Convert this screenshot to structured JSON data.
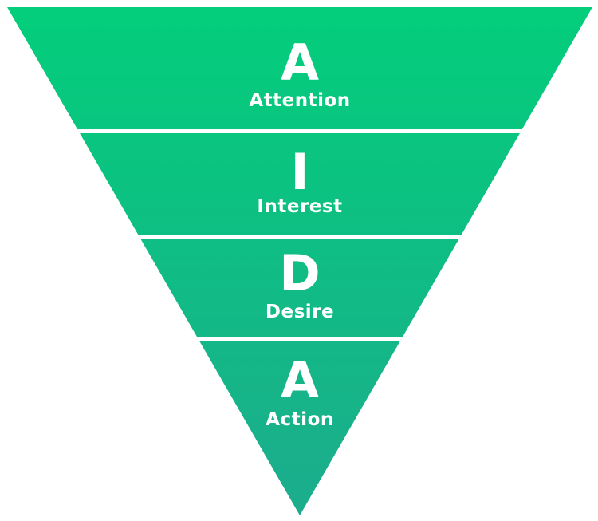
{
  "diagram": {
    "name": "AIDA funnel",
    "colors": {
      "gradient_top": "#03CE7B",
      "gradient_bottom": "#1CAC8D",
      "divider": "#FFFFFF",
      "text": "#FFFFFF",
      "background": "#FFFFFF"
    },
    "stages": [
      {
        "letter": "A",
        "label": "Attention"
      },
      {
        "letter": "I",
        "label": "Interest"
      },
      {
        "letter": "D",
        "label": "Desire"
      },
      {
        "letter": "A",
        "label": "Action"
      }
    ]
  }
}
